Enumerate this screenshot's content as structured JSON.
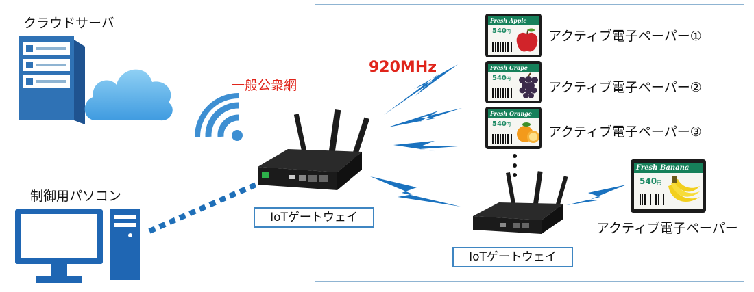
{
  "labels": {
    "cloud_server": "クラウドサーバ",
    "control_pc": "制御用パソコン",
    "public_network": "一般公衆網",
    "frequency": "920MHz",
    "gateway_main": "IoTゲートウェイ",
    "gateway_sub": "IoTゲートウェイ"
  },
  "epapers": [
    {
      "title": "Fresh Apple",
      "price": "540",
      "price_unit": "円",
      "caption": "アクティブ電子ペーパー①",
      "fruit": "apple-icon"
    },
    {
      "title": "Fresh Grape",
      "price": "540",
      "price_unit": "円",
      "caption": "アクティブ電子ペーパー②",
      "fruit": "grape-icon"
    },
    {
      "title": "Fresh Orange",
      "price": "540",
      "price_unit": "円",
      "caption": "アクティブ電子ペーパー③",
      "fruit": "orange-icon"
    },
    {
      "title": "Fresh Banana",
      "price": "540",
      "price_unit": "円",
      "caption": "アクティブ電子ペーパー",
      "fruit": "banana-icon"
    }
  ],
  "colors": {
    "accent_blue": "#1f6fb8",
    "lightning_blue": "#1a72bf",
    "label_red": "#e0251b",
    "frame_border": "#8fb4d2",
    "epaper_header": "#16805a"
  }
}
